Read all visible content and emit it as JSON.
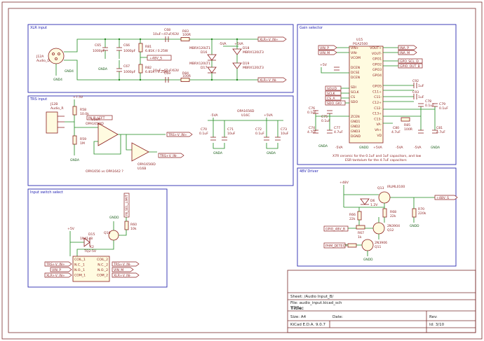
{
  "sections": {
    "xlr": "XLR input",
    "trs": "TRS input",
    "gain": "Gain selector",
    "switch": "Input switch select",
    "phantom": "48V Driver"
  },
  "xlr": {
    "jack_ref": "J12A",
    "jack_val": "Audio_D",
    "gnd": "GND4",
    "c65": "C65",
    "c65v": "1000pF",
    "c66": "C66",
    "c66v": "1000pF",
    "c67": "C67",
    "c67v": "1000pF",
    "gnd_a": "GNDA",
    "r81": "R81",
    "r81v": "6.81K / 0.25W",
    "r82": "R82",
    "r82v": "6.81K / 0.25W",
    "c68": "C68",
    "c68v": "10uF~47uF/63V",
    "c69": "C69",
    "c69v": "10uF~47uF/63V",
    "r83": "R83",
    "r83v": "100R",
    "r84": "R84",
    "r84v": "100R",
    "p48": "+48V_S",
    "d16": "MBRX120LT1",
    "d16r": "D16",
    "d17": "MBRX120LT1",
    "d17r": "D17",
    "m5a": "-5VA",
    "p5a": "+5VA",
    "d18": "MBRX120LT3",
    "d18r": "D18",
    "d19": "MBRX120LT3",
    "d19r": "D19",
    "net_p": "XLR+V_IN+",
    "net_n": "XLR+V_IN-"
  },
  "gain": {
    "u15": "U15",
    "u15v": "PGA2500",
    "vin_p": "VIN_P",
    "vin_n": "VIN_M",
    "pins_left": [
      "VIN+",
      "VIN-",
      "VCOM",
      "",
      "DCEN",
      "DCSE",
      "DCEN",
      "",
      "SDI",
      "SCLK",
      "CS",
      "SDO",
      "",
      "",
      "ZCEN",
      "GND1",
      "GND2",
      "GND3",
      "DGND"
    ],
    "pins_right": [
      "VOUT+",
      "VOUT-",
      "GPO1",
      "GPO2",
      "GPO3",
      "GPO4",
      "",
      "GPO5",
      "C11+",
      "C11-",
      "C12+",
      "C12-",
      "C13+",
      "C13-",
      "VA-",
      "VA+",
      "VD"
    ],
    "ina_p": "INA_P",
    "ina_n": "INA_M",
    "gpo": "GPO_SCL_D",
    "gpo2": "GPIO_OUT_B",
    "solid": "SOLID",
    "sclk": "SCLK",
    "cs": "CS_A",
    "sdo": "SDO_GIO",
    "p5v": "+5V",
    "c76": "C76",
    "c76v": "0.1uF",
    "c75": "C75",
    "c75v": "0.1uF",
    "c74": "C74",
    "c74v": "4.7uF",
    "c77": "C77",
    "c77v": "4.7uF",
    "c78": "C78",
    "c78v": "0.1uF",
    "c79": "C79",
    "c79v": "0.1uF",
    "c80": "C80",
    "c80v": "4.7uF",
    "c81": "C81",
    "c81v": "4.7uF",
    "c92": "C92",
    "c92v": "1uF",
    "c93": "C93",
    "c93v": "1uF",
    "r85": "R85",
    "r85v": "100R",
    "gnda": "GNDA",
    "m5va": "-5VA",
    "p5va": "+5VA",
    "gndd": "GNDD",
    "note1": "X7R ceramic for the 0.1uF and 1uF capacitors, and low",
    "note2": "ESR tantalum for the 4.7uF capacitors"
  },
  "trs": {
    "p75v": "+7.5V",
    "jack": "J12B",
    "jackv": "Audio_R",
    "r58": "R58",
    "r58v": "10.0k",
    "r59": "R59",
    "r59v": "1M",
    "gnda": "GNDA",
    "u16a": "U16A",
    "opa_a": "OPA1656ID",
    "rin": "IN_R_LEFT",
    "u16b": "U16B",
    "opa_b": "OPA1656ID",
    "note": "OPA1656 vs OPA1642 ?",
    "net_p": "TRS+V_IN+",
    "net_n": "TRS+V_IN-",
    "c70": "C70",
    "c70v": "0.1uF",
    "c71": "C71",
    "c71v": "10uF",
    "c72": "C72",
    "c72v": "0.1uF",
    "c73": "C73",
    "c73v": "10uF",
    "m5va": "-5VA",
    "p5va": "+5VA",
    "u16c": "OPA1656D",
    "u16cr": "U16C"
  },
  "switch": {
    "net_sel": "IN_SEL_LIMIT",
    "p5v": "+5V",
    "d15": "D15",
    "d15v": "1N4148",
    "gndd": "GNDD",
    "r60": "R60",
    "r60v": "10k",
    "q10": "Q10",
    "k2": "K2",
    "k2v": "TQ2-5V",
    "k2_pins_l": [
      "COIL_1",
      "N.C._1",
      "N.O._1",
      "COM_1"
    ],
    "k2_pins_r": [
      "COIL_2",
      "N.C._2",
      "N.O._2",
      "COM_2"
    ],
    "net_a": "TRS+V_IN+",
    "net_b": "VIN_P",
    "net_c": "XLR+V_IN+",
    "net_d": "TRS+V_IN-",
    "net_e": "VIN_M",
    "net_f": "XLR+V_IN-"
  },
  "phantom": {
    "p48": "+48V",
    "d6": "D6",
    "d6v": "1.2V",
    "q13": "Q13",
    "q13v": "IRLML0100",
    "r66": "R66",
    "r66v": "22k",
    "r70": "R70",
    "r70v": "220k",
    "r68": "R68",
    "r68v": "22k",
    "r67": "R67",
    "r67v": "1k",
    "q12": "Q12",
    "q12v": "2N3904",
    "q11": "Q11",
    "q11v": "2N3906",
    "gpio": "GPIO_48V_B",
    "phm": "PHM_DETECT",
    "gnd": "GNDD",
    "out": "+48V_S"
  },
  "titleblock": {
    "sheet": "Sheet: /Audio Input_B/",
    "file": "File: audio_input.kicad_sch",
    "title_lbl": "Title:",
    "size": "Size: A4",
    "date": "Date:",
    "rev": "Rev:",
    "kicad": "KiCad E.D.A. 9.0.7",
    "id": "Id: 3/10"
  }
}
